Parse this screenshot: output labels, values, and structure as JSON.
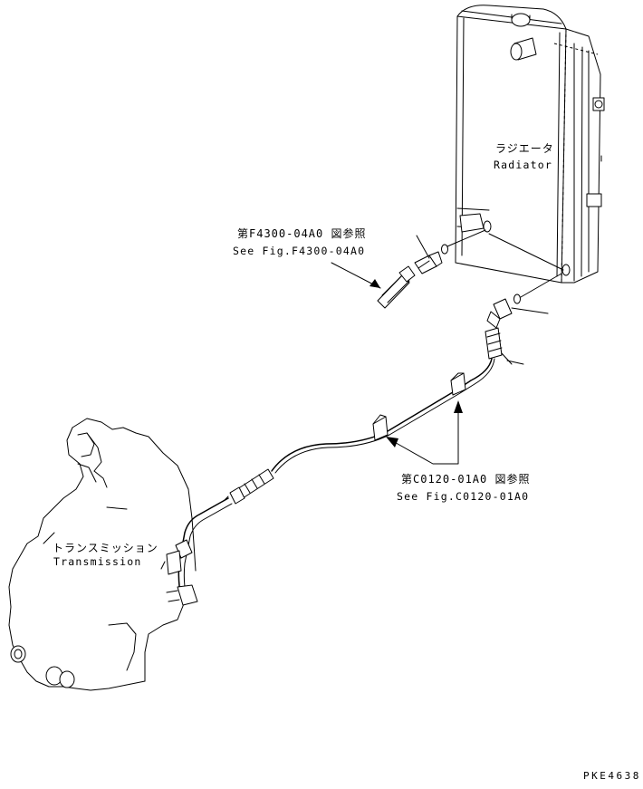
{
  "labels": {
    "radiator_jp": "ラジエータ",
    "radiator_en": "Radiator",
    "transmission_jp": "トランスミッション",
    "transmission_en": "Transmission",
    "ref_f4300_jp": "第F4300-04A0 図参照",
    "ref_f4300_en": "See Fig.F4300-04A0",
    "ref_c0120_jp": "第C0120-01A0 図参照",
    "ref_c0120_en": "See Fig.C0120-01A0",
    "drawing_code": "PKE4638"
  },
  "colors": {
    "line": "#000000",
    "background": "#ffffff"
  }
}
